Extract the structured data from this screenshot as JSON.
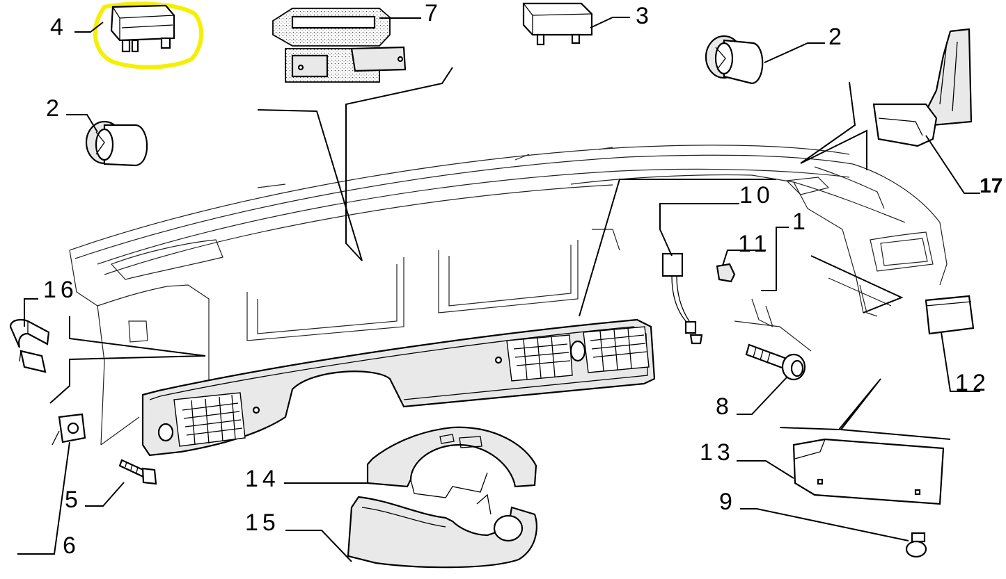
{
  "diagram": {
    "highlight_color": "#f4f000",
    "line_color": "#000000",
    "callouts": [
      {
        "id": "c4",
        "label": "4"
      },
      {
        "id": "c7",
        "label": "7"
      },
      {
        "id": "c3",
        "label": "3"
      },
      {
        "id": "c2a",
        "label": "2"
      },
      {
        "id": "c2b",
        "label": "2"
      },
      {
        "id": "c17",
        "label": "17"
      },
      {
        "id": "c10",
        "label": "10"
      },
      {
        "id": "c1",
        "label": "1"
      },
      {
        "id": "c11",
        "label": "11"
      },
      {
        "id": "c16",
        "label": "16"
      },
      {
        "id": "c12",
        "label": "12"
      },
      {
        "id": "c8",
        "label": "8"
      },
      {
        "id": "c13",
        "label": "13"
      },
      {
        "id": "c14",
        "label": "14"
      },
      {
        "id": "c5",
        "label": "5"
      },
      {
        "id": "c15",
        "label": "15"
      },
      {
        "id": "c9",
        "label": "9"
      },
      {
        "id": "c6",
        "label": "6"
      }
    ]
  }
}
